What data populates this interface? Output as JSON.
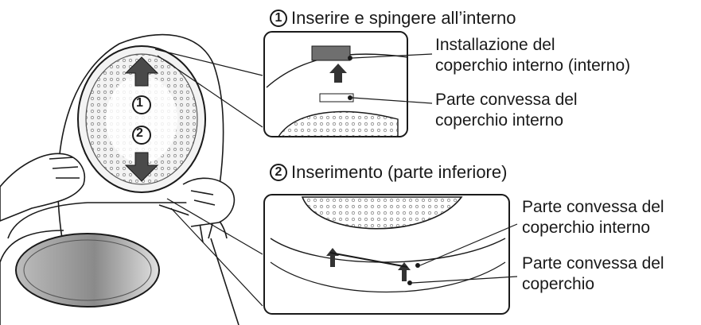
{
  "steps": [
    {
      "number": "1",
      "title": "Inserire e spingere all’interno"
    },
    {
      "number": "2",
      "title": "Inserimento (parte inferiore)"
    }
  ],
  "callouts": {
    "inner_lid_installation": [
      "Installazione del",
      "coperchio interno (interno)"
    ],
    "inner_lid_convex_top": [
      "Parte convessa del",
      "coperchio interno"
    ],
    "inner_lid_convex_bottom": [
      "Parte convessa del",
      "coperchio interno"
    ],
    "lid_convex": [
      "Parte convessa del",
      "coperchio"
    ]
  },
  "illustration_markers": [
    "1",
    "2"
  ],
  "colors": {
    "line": "#1a1a1a",
    "arrow": "#4a4a4a",
    "pot_fill": "#888888"
  },
  "icons": [
    "arrow-up-icon",
    "arrow-down-icon"
  ]
}
